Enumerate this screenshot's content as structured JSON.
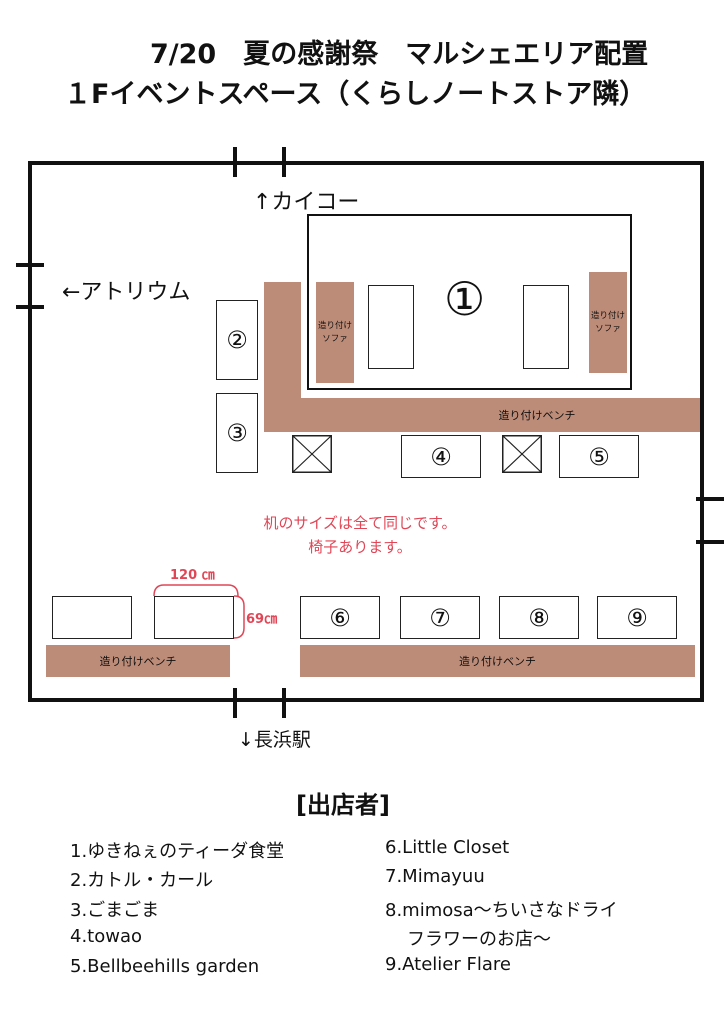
{
  "header": {
    "title_line1": "7/20　夏の感謝祭　マルシェエリア配置",
    "title_line2": "１Fイベントスペース（くらしノートストア隣）"
  },
  "directions": {
    "north": "↑カイコー",
    "west": "←アトリウム",
    "south": "↓長浜駅"
  },
  "stalls": {
    "s1": "①",
    "s2": "②",
    "s3": "③",
    "s4": "④",
    "s5": "⑤",
    "s6": "⑥",
    "s7": "⑦",
    "s8": "⑧",
    "s9": "⑨"
  },
  "furniture": {
    "bench_label": "造り付けベンチ",
    "sofa_line1": "造り付け",
    "sofa_line2": "ソファ"
  },
  "note": {
    "line1": "机のサイズは全て同じです。",
    "line2": "椅子あります。"
  },
  "dimensions": {
    "width": "120 ㎝",
    "depth": "69㎝"
  },
  "vendors": {
    "title": "[出店者]",
    "items": [
      "1.ゆきねぇのティーダ食堂",
      "2.カトル・カール",
      "3.ごまごま",
      "4.towao",
      "5.Bellbeehills garden",
      "6.Little Closet",
      "7.Mimayuu",
      "8.mimosa～ちいさなドライ",
      "フラワーのお店～",
      "9.Atelier Flare"
    ]
  },
  "colors": {
    "bench": "#bd8c78",
    "note": "#e04656",
    "line": "#111111"
  }
}
